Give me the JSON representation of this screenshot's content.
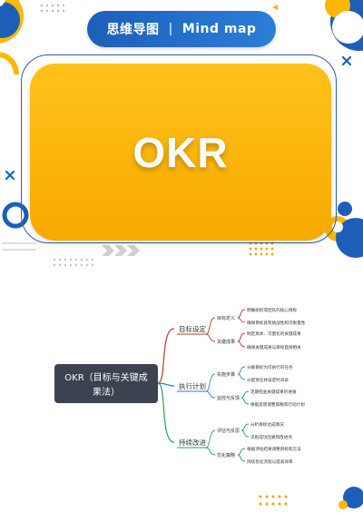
{
  "header": {
    "title_cn": "思维导图",
    "separator": "|",
    "title_en": "Mind map"
  },
  "cover": {
    "title": "OKR"
  },
  "mindmap": {
    "root": "OKR（目标与关键成果法）",
    "root_line1": "OKR（目标与关键成",
    "root_line2": "果法）",
    "branches": [
      {
        "label": "目标设定",
        "children": [
          {
            "label": "目标定义",
            "leaves": [
              "明确组织或团队的核心目标",
              "确保目标具有挑战性和可衡量性"
            ]
          },
          {
            "label": "关键成果",
            "leaves": [
              "制定具体、可量化的关键成果",
              "确保关键成果与目标直接相关"
            ]
          }
        ]
      },
      {
        "label": "执行计划",
        "children": [
          {
            "label": "实施步骤",
            "leaves": [
              "分解目标为可执行的任务",
              "分配责任并设定时间表"
            ]
          },
          {
            "label": "监控与反馈",
            "leaves": [
              "定期检查关键成果的进展",
              "根据反馈调整策略和行动计划"
            ]
          }
        ]
      },
      {
        "label": "持续改进",
        "children": [
          {
            "label": "评估与反思",
            "leaves": [
              "分析目标达成情况",
              "识别成功因素和改进点"
            ]
          },
          {
            "label": "优化策略",
            "leaves": [
              "根据评估结果调整目标和方法",
              "持续优化流程以提高效率"
            ]
          }
        ]
      }
    ]
  },
  "colors": {
    "primary_blue": "#1d5fb8",
    "accent_yellow": "#ffb703",
    "root_bg": "#3b4250",
    "branch1_line": "#c0392b",
    "branch2_line": "#2a7fd8",
    "branch3_line": "#2e9e5b"
  }
}
